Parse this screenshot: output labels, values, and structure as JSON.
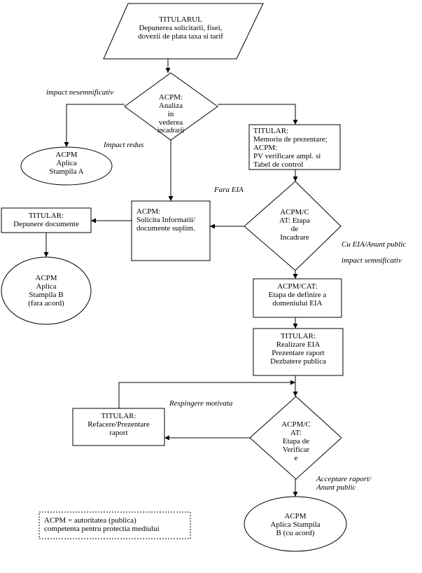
{
  "nodes": {
    "start": [
      "TITULARUL",
      "Depunerea solicitarii, fisei,",
      "dovezii de plata taxa si tarif"
    ],
    "analiza": [
      "ACPM:",
      "Analiza",
      "in",
      "vederea",
      "incadrarii"
    ],
    "stampila_a": [
      "ACPM",
      "Aplica",
      "Stampila A"
    ],
    "memoriu": [
      "TITULAR:",
      "Memoriu de prezentare;",
      "ACPM:",
      "PV  verificare ampl. si",
      "Tabel de control"
    ],
    "depunere_doc": [
      "TITULAR:",
      "Depunere documente"
    ],
    "solicita": [
      "ACPM:",
      "Solicita Informatii/",
      "documente suplim."
    ],
    "incadrare": [
      "ACPM/C",
      "AT: Etapa",
      "de",
      "Incadrare"
    ],
    "stampila_b": [
      "ACPM",
      "Aplica",
      "Stampila B",
      "(fara acord)"
    ],
    "definire": [
      "ACPM/CAT:",
      "Etapa de definire a",
      "domeniului EIA"
    ],
    "realizare": [
      "TITULAR:",
      "Realizare EIA",
      "Prezentare raport",
      "Dezbatere publica"
    ],
    "refacere": [
      "TITULAR:",
      "Refacere/Prezentare",
      "raport"
    ],
    "verificare": [
      "ACPM/C",
      "AT:",
      "Etapa de",
      "Verificar",
      "e"
    ],
    "stampila_acord": [
      "ACPM",
      "Aplica Stampila",
      "B  (cu acord)"
    ]
  },
  "edge_labels": {
    "impact_nesemnificativ": "impact nesemnificativ",
    "impact_redus": "Impact redus",
    "fara_eia": "Fara EIA",
    "cu_eia": "Cu EIA/Anunt public",
    "impact_semnificativ": "impact semnificativ",
    "respingere": "Respingere motivata",
    "acceptare": [
      "Acceptare raport/",
      "Anunt public"
    ]
  },
  "legend": [
    "ACPM = autoritatea (publica)",
    "competenta pentru protectia mediului"
  ]
}
